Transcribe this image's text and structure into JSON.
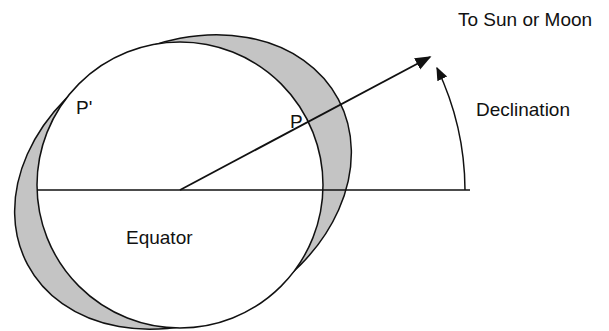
{
  "diagram": {
    "labels": [
      "To Sun or Moon",
      "Declination",
      "P'",
      "P",
      "Equator"
    ]
  }
}
